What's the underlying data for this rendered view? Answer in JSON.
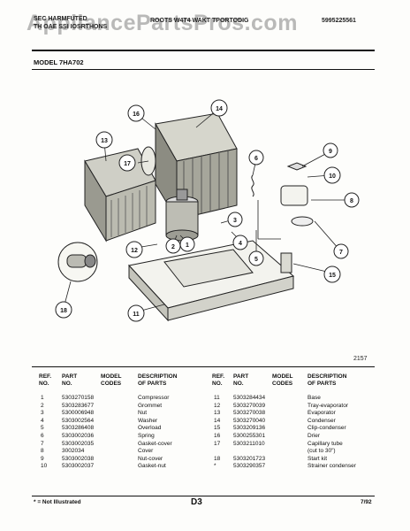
{
  "watermark": "AppliancePartsPros.com",
  "header": {
    "left_line1": "SEC HARMFUTED",
    "left_line2": "TH OAE SSI IOSRTHONS",
    "center": "ROOTS W4T4 WAKT TPORTODIG",
    "right": "5995225561"
  },
  "model_label": "MODEL 7HA702",
  "diagram_code": "2157",
  "callouts": [
    "1",
    "2",
    "3",
    "4",
    "5",
    "6",
    "7",
    "8",
    "9",
    "10",
    "11",
    "12",
    "13",
    "14",
    "15",
    "16",
    "17",
    "18"
  ],
  "table": {
    "headers": {
      "ref_no": [
        "REF.",
        "NO."
      ],
      "part_no": [
        "PART",
        "NO."
      ],
      "model_codes": [
        "MODEL",
        "CODES"
      ],
      "description": [
        "DESCRIPTION",
        "OF PARTS"
      ]
    },
    "left_rows": [
      {
        "ref": "1",
        "part": "5303270158",
        "desc": "Compressor"
      },
      {
        "ref": "2",
        "part": "5303283677",
        "desc": "Grommet"
      },
      {
        "ref": "3",
        "part": "5300006948",
        "desc": "Nut"
      },
      {
        "ref": "4",
        "part": "5303002564",
        "desc": "Washer"
      },
      {
        "ref": "5",
        "part": "5303286408",
        "desc": "Overload"
      },
      {
        "ref": "6",
        "part": "5303002036",
        "desc": "Spring"
      },
      {
        "ref": "7",
        "part": "5303002035",
        "desc": "Gasket-cover"
      },
      {
        "ref": "8",
        "part": "3002034",
        "desc": "Cover"
      },
      {
        "ref": "9",
        "part": "5303002038",
        "desc": "Nut-cover"
      },
      {
        "ref": "10",
        "part": "5303002037",
        "desc": "Gasket-nut"
      }
    ],
    "right_rows": [
      {
        "ref": "11",
        "part": "5303284434",
        "desc": "Base"
      },
      {
        "ref": "12",
        "part": "5303270039",
        "desc": "Tray-evaporator"
      },
      {
        "ref": "13",
        "part": "5303270038",
        "desc": "Evaporator"
      },
      {
        "ref": "14",
        "part": "5303270040",
        "desc": "Condenser"
      },
      {
        "ref": "15",
        "part": "5303209136",
        "desc": "Clip-condenser"
      },
      {
        "ref": "16",
        "part": "5300255301",
        "desc": "Drier"
      },
      {
        "ref": "17",
        "part": "5303211010",
        "desc": "Capillary tube"
      },
      {
        "ref": "",
        "part": "",
        "desc": "(cut to 30\")"
      },
      {
        "ref": "18",
        "part": "5303201723",
        "desc": "Start kit"
      },
      {
        "ref": "*",
        "part": "5303290357",
        "desc": "Strainer condenser"
      }
    ]
  },
  "footer": {
    "note": "* = Not Illustrated",
    "page": "D3",
    "date": "7/92"
  }
}
